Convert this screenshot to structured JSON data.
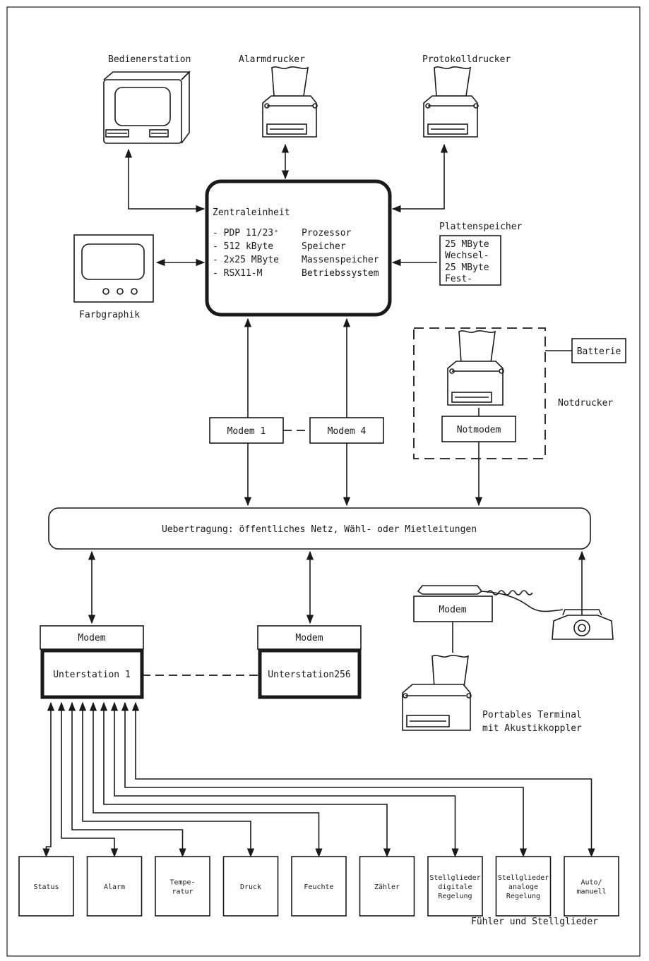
{
  "labels": {
    "operator_station": "Bedienerstation",
    "alarm_printer": "Alarmdrucker",
    "log_printer": "Protokolldrucker",
    "color_graphics": "Farbgraphik",
    "disk_storage": "Plattenspeicher",
    "emergency_printer": "Notdrucker",
    "battery": "Batterie",
    "portable_terminal_line1": "Portables Terminal",
    "portable_terminal_line2": "mit Akustikkoppler",
    "sensors_actuators": "Fühler und Stellglieder"
  },
  "cpu": {
    "title": "Zentraleinheit",
    "specs": [
      {
        "item": "- PDP 11/23⁺",
        "desc": "Prozessor"
      },
      {
        "item": "- 512 kByte",
        "desc": "Speicher"
      },
      {
        "item": "- 2x25 MByte",
        "desc": "Massenspeicher"
      },
      {
        "item": "- RSX11-M",
        "desc": "Betriebssystem"
      }
    ]
  },
  "disk": [
    "25 MByte",
    "Wechsel-",
    "25 MByte",
    "Fest-"
  ],
  "modems": {
    "central_first": "Modem 1",
    "central_last": "Modem 4",
    "emergency": "Notmodem",
    "portable": "Modem",
    "substation_first": "Modem",
    "substation_last": "Modem"
  },
  "transmission": "Uebertragung: öffentliches Netz, Wähl- oder Mietleitungen",
  "substations": {
    "first": "Unterstation 1",
    "last": "Unterstation256"
  },
  "field_devices": [
    {
      "lines": [
        "Status"
      ]
    },
    {
      "lines": [
        "Alarm"
      ]
    },
    {
      "lines": [
        "Tempe-",
        "ratur"
      ]
    },
    {
      "lines": [
        "Druck"
      ]
    },
    {
      "lines": [
        "Feuchte"
      ]
    },
    {
      "lines": [
        "Zähler"
      ]
    },
    {
      "lines": [
        "Stellglieder",
        "digitale",
        "Regelung"
      ]
    },
    {
      "lines": [
        "Stellglieder",
        "analoge",
        "Regelung"
      ]
    },
    {
      "lines": [
        "Auto/",
        "manuell"
      ]
    }
  ]
}
